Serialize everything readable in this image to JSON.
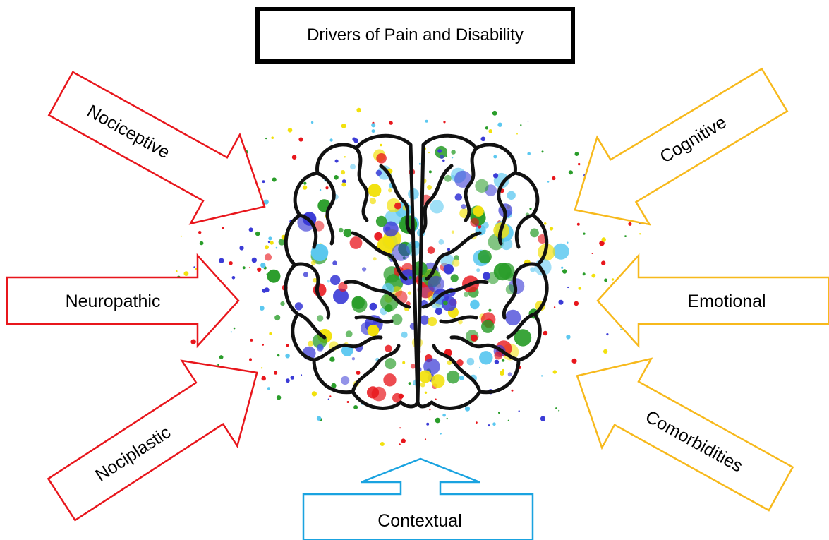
{
  "title": "Drivers of Pain and Disability",
  "drivers": {
    "nociceptive": "Nociceptive",
    "neuropathic": "Neuropathic",
    "nociplastic": "Nociplastic",
    "cognitive": "Cognitive",
    "emotional": "Emotional",
    "comorbidities": "Comorbidities",
    "contextual": "Contextual"
  },
  "colors": {
    "biological": "#e8161c",
    "psychological": "#f7b91c",
    "contextual": "#1aa3e0",
    "paint": [
      "#e8161c",
      "#f2e10c",
      "#2a9d2a",
      "#5cc8f0",
      "#3b3bd6"
    ]
  }
}
